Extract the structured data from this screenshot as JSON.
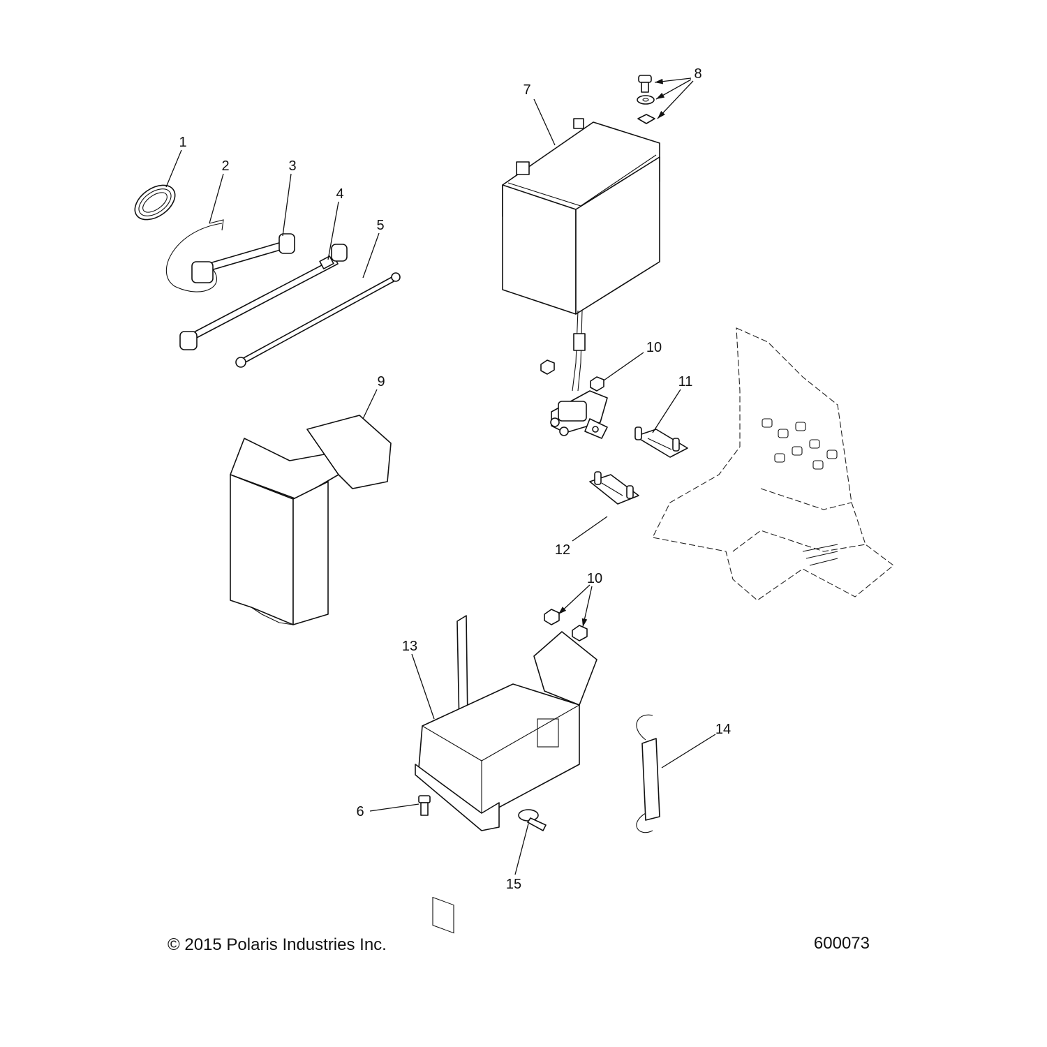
{
  "callouts": [
    {
      "id": "1",
      "label": "1"
    },
    {
      "id": "2",
      "label": "2"
    },
    {
      "id": "3",
      "label": "3"
    },
    {
      "id": "4",
      "label": "4"
    },
    {
      "id": "5",
      "label": "5"
    },
    {
      "id": "6",
      "label": "6"
    },
    {
      "id": "7",
      "label": "7"
    },
    {
      "id": "8",
      "label": "8"
    },
    {
      "id": "9",
      "label": "9"
    },
    {
      "id": "10a",
      "label": "10"
    },
    {
      "id": "10b",
      "label": "10"
    },
    {
      "id": "11",
      "label": "11"
    },
    {
      "id": "12",
      "label": "12"
    },
    {
      "id": "13",
      "label": "13"
    },
    {
      "id": "14",
      "label": "14"
    },
    {
      "id": "15",
      "label": "15"
    }
  ],
  "footer": {
    "copyright": "© 2015 Polaris Industries Inc.",
    "diagram_number": "600073"
  }
}
